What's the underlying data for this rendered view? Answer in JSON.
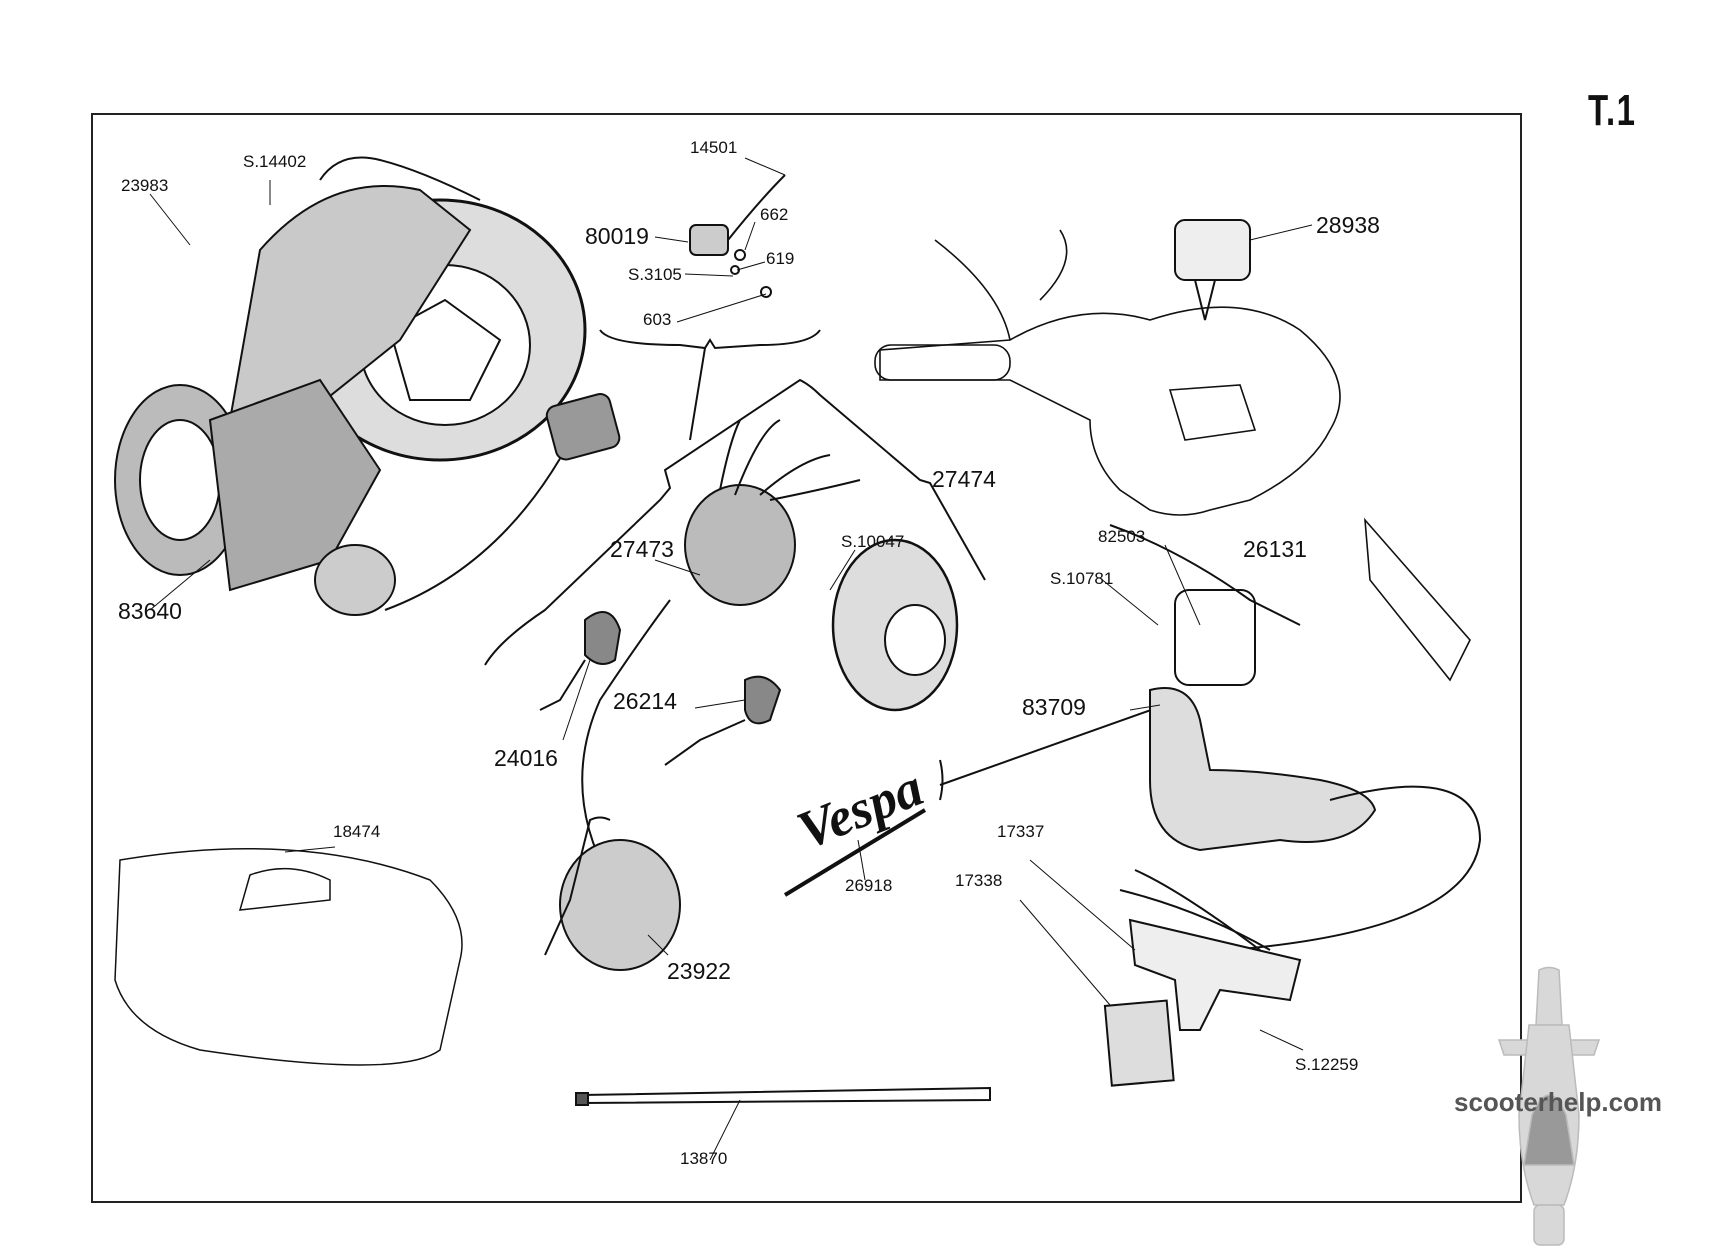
{
  "plate_label": "T.1",
  "watermark": "scooterhelp.com",
  "brand_script": "Vespa",
  "callouts": {
    "p23983": "23983",
    "pS14402": "S.14402",
    "p83640": "83640",
    "p14501": "14501",
    "p80019": "80019",
    "p662": "662",
    "p619": "619",
    "pS3105": "S.3105",
    "p603": "603",
    "p28938": "28938",
    "p27474": "27474",
    "p27473": "27473",
    "pS10047": "S.10047",
    "p24016": "24016",
    "p26214": "26214",
    "p82503": "82503",
    "p26131": "26131",
    "pS10781": "S.10781",
    "p83709": "83709",
    "p26918": "26918",
    "p23922": "23922",
    "p18474": "18474",
    "p17337": "17337",
    "p17338": "17338",
    "pS12259": "S.12259",
    "p13870": "13870"
  },
  "colors": {
    "ink": "#111111",
    "paper": "#ffffff",
    "watermark": "#555555"
  }
}
